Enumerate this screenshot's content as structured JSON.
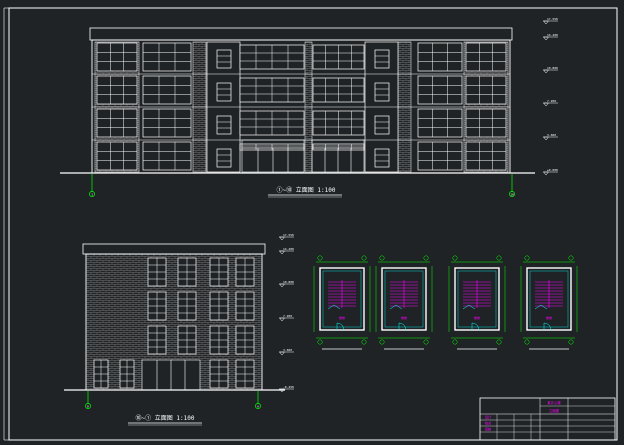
{
  "drawing": {
    "front_elevation": {
      "title": "①~⑩ 立面图 1:100",
      "axis_left": "1",
      "axis_right": "10",
      "levels": [
        "17.550",
        "14.400",
        "10.800",
        "7.200",
        "3.600",
        "±0.000"
      ]
    },
    "side_elevation": {
      "title": "⑩~① 立面图 1:100",
      "axis_left": "D",
      "axis_right": "A",
      "levels": [
        "17.550",
        "14.400",
        "10.800",
        "7.200",
        "3.600",
        "-0.450"
      ]
    },
    "stair_plans": [
      {
        "id": "plan-1",
        "label": "楼梯"
      },
      {
        "id": "plan-2",
        "label": "楼梯"
      },
      {
        "id": "plan-3",
        "label": "楼梯"
      },
      {
        "id": "plan-4",
        "label": "楼梯"
      }
    ],
    "title_block": {
      "project": "某办公楼",
      "drawing_name": "立面图",
      "rows": [
        "设计",
        "校对",
        "审核"
      ]
    }
  },
  "colors": {
    "background": "#1f2326",
    "line": "#ffffff",
    "green": "#00ff00",
    "magenta": "#ff00ff",
    "cyan": "#00ffff"
  }
}
